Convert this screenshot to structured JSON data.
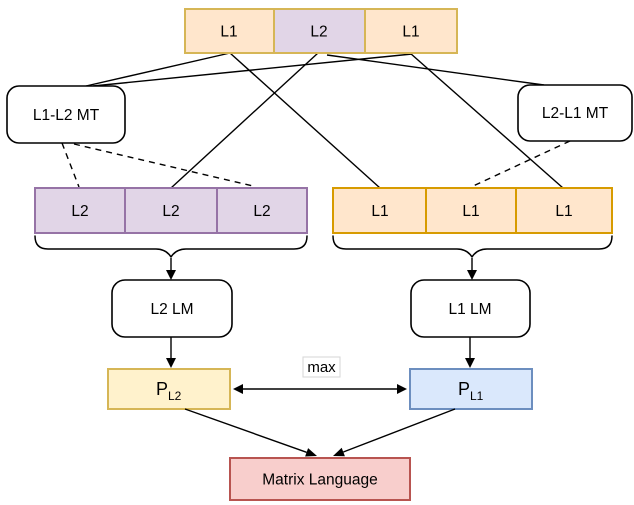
{
  "colors": {
    "l1_fill": "#FFE6CC",
    "l1_stroke": "#D79B00",
    "l2_fill": "#E1D5E7",
    "l2_stroke": "#9673A6",
    "top_box_stroke": "#D6B656",
    "plain_box_fill": "#FFFFFF",
    "plain_box_stroke": "#000000",
    "prob_l2_fill": "#FFF2CC",
    "prob_l2_stroke": "#D6B656",
    "prob_l1_fill": "#DAE8FC",
    "prob_l1_stroke": "#6C8EBF",
    "matrix_fill": "#F8CECC",
    "matrix_stroke": "#B85450",
    "max_label_fill": "#FFFFFF",
    "max_label_stroke": "#D5D5D5",
    "edge": "#000000"
  },
  "top_sentence": {
    "cells": [
      {
        "label": "L1"
      },
      {
        "label": "L2"
      },
      {
        "label": "L1"
      }
    ]
  },
  "mt_left": {
    "label": "L1-L2 MT"
  },
  "mt_right": {
    "label": "L2-L1 MT"
  },
  "l2_row": {
    "cells": [
      {
        "label": "L2"
      },
      {
        "label": "L2"
      },
      {
        "label": "L2"
      }
    ]
  },
  "l1_row": {
    "cells": [
      {
        "label": "L1"
      },
      {
        "label": "L1"
      },
      {
        "label": "L1"
      }
    ]
  },
  "lm_left": {
    "label": "L2 LM"
  },
  "lm_right": {
    "label": "L1 LM"
  },
  "prob_left": {
    "base": "P",
    "sub": "L2"
  },
  "prob_right": {
    "base": "P",
    "sub": "L1"
  },
  "comparison": {
    "label": "max"
  },
  "output": {
    "label": "Matrix Language"
  }
}
